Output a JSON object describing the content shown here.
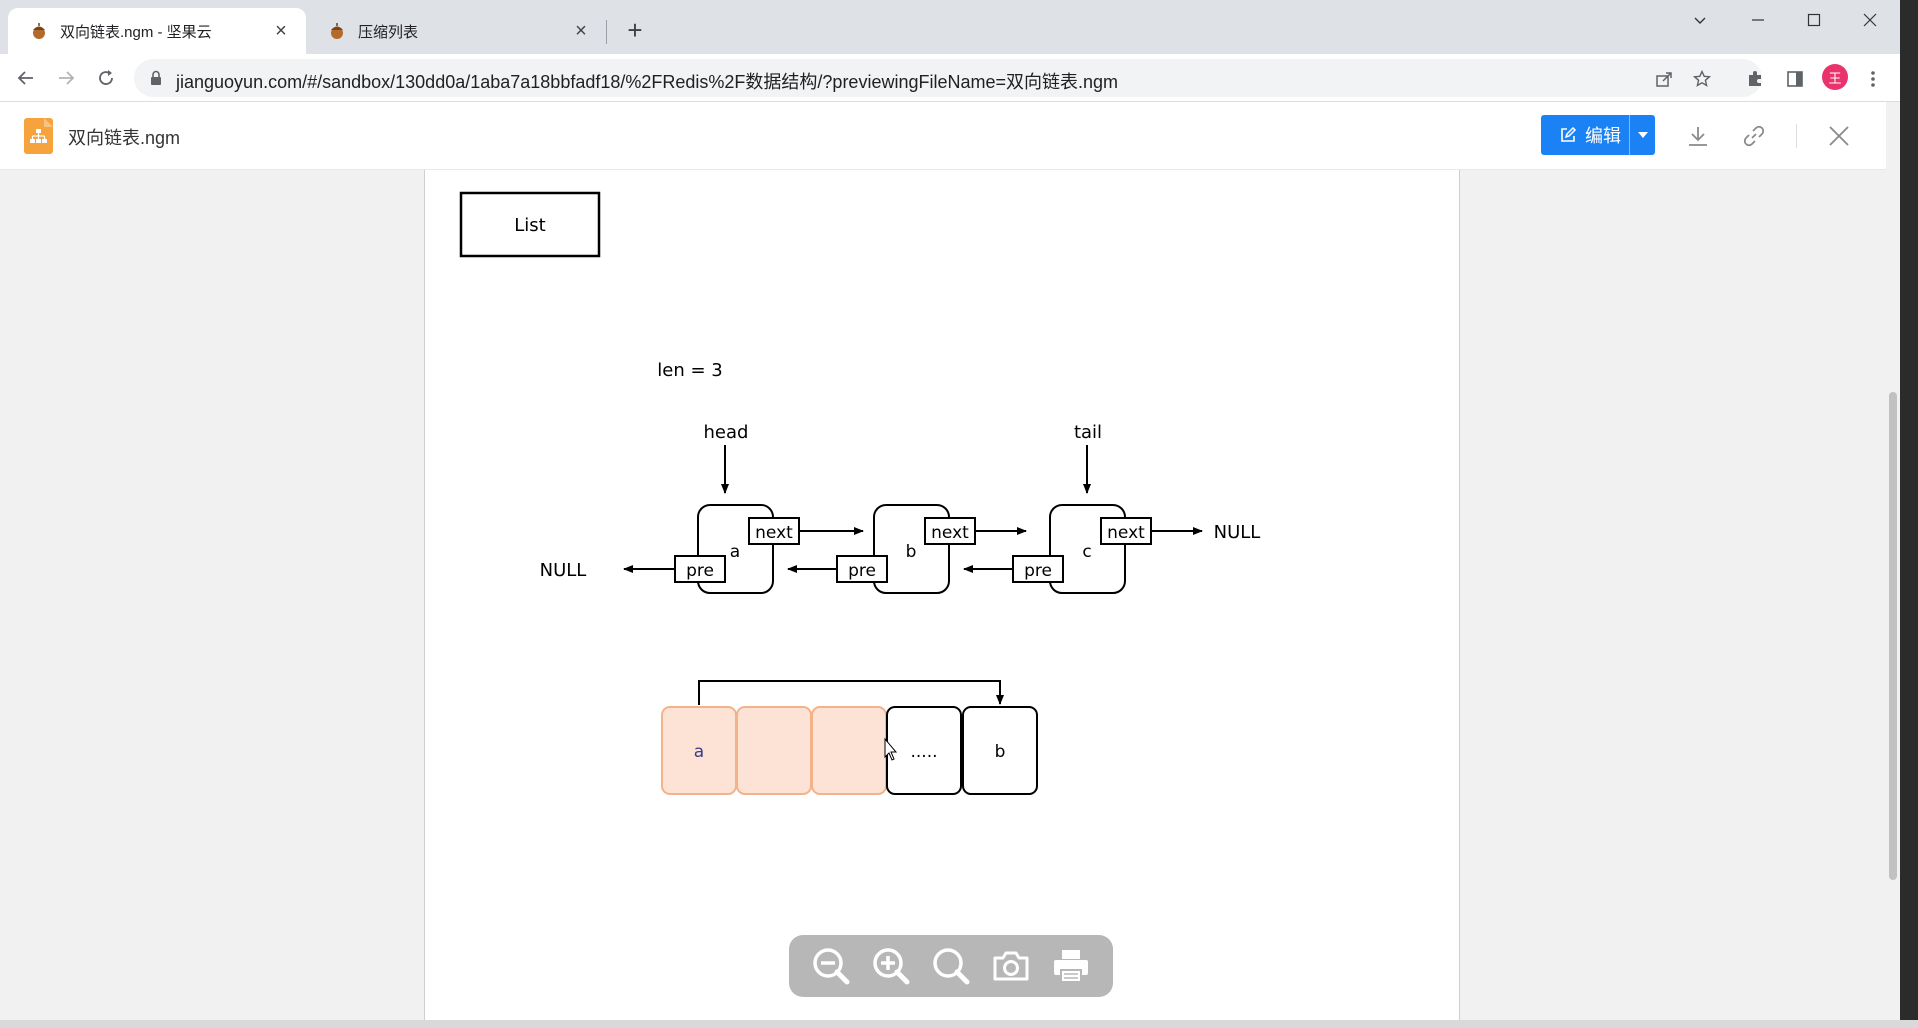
{
  "browser": {
    "tabs": [
      {
        "title": "双向链表.ngm - 坚果云",
        "close": "×"
      },
      {
        "title": "压缩列表",
        "close": "×"
      }
    ],
    "new_tab": "+",
    "url": "jianguoyun.com/#/sandbox/130dd0a/1aba7a18bbfadf18/%2FRedis%2F数据结构/?previewingFileName=双向链表.ngm",
    "profile_initial": "王"
  },
  "app": {
    "file_name": "双向链表.ngm",
    "edit_label": "编辑",
    "accent": "#1a82f5"
  },
  "diagram": {
    "title_box": "List",
    "len_label": "len = 3",
    "head_label": "head",
    "tail_label": "tail",
    "null_left": "NULL",
    "null_right": "NULL",
    "nodes": [
      {
        "value": "a",
        "next": "next",
        "pre": "pre"
      },
      {
        "value": "b",
        "next": "next",
        "pre": "pre"
      },
      {
        "value": "c",
        "next": "next",
        "pre": "pre"
      }
    ],
    "array_cells": [
      "a",
      "",
      "",
      ".....",
      "b"
    ],
    "highlight_color": "#fce3d6"
  }
}
